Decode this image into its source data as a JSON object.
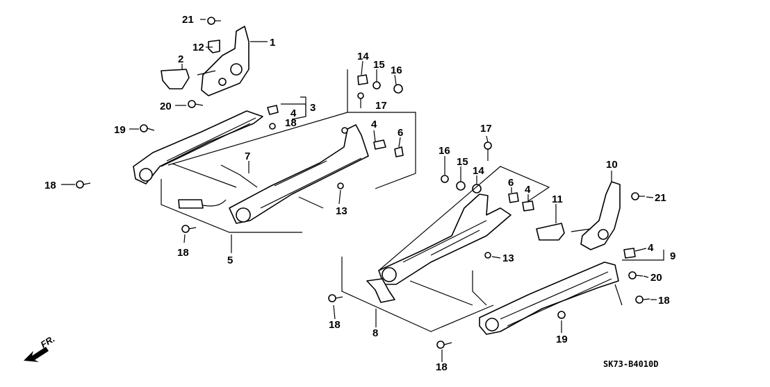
{
  "diagram": {
    "code": "SK73-B4010D",
    "direction": "FR.",
    "callouts": {
      "c21a": "21",
      "c12": "12",
      "c1": "1",
      "c2": "2",
      "c20a": "20",
      "c3": "3",
      "c4a": "4",
      "c18a": "18",
      "c17a": "17",
      "c14a": "14",
      "c15a": "15",
      "c16a": "16",
      "c19a": "19",
      "c18b": "18",
      "c7": "7",
      "c4b": "4",
      "c6a": "6",
      "c13a": "13",
      "c18c": "18",
      "c5": "5",
      "c17b": "17",
      "c16b": "16",
      "c15b": "15",
      "c14b": "14",
      "c10": "10",
      "c21b": "21",
      "c6b": "6",
      "c4c": "4",
      "c11": "11",
      "c13b": "13",
      "c4d": "4",
      "c9": "9",
      "c20b": "20",
      "c18d": "18",
      "c18e": "18",
      "c8": "8",
      "c19b": "19",
      "c18f": "18"
    }
  }
}
